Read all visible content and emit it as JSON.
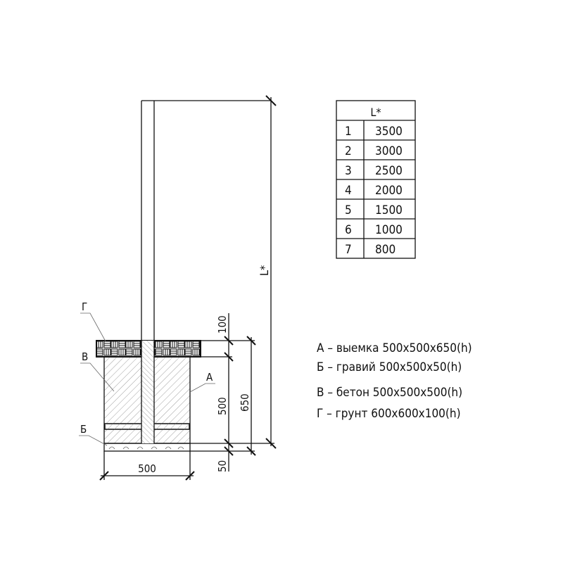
{
  "table": {
    "header": "L*",
    "rows": [
      {
        "n": "1",
        "v": "3500"
      },
      {
        "n": "2",
        "v": "3000"
      },
      {
        "n": "3",
        "v": "2500"
      },
      {
        "n": "4",
        "v": "2000"
      },
      {
        "n": "5",
        "v": "1500"
      },
      {
        "n": "6",
        "v": "1000"
      },
      {
        "n": "7",
        "v": "800"
      }
    ]
  },
  "legend": [
    "А – выемка 500x500x650(h)",
    "Б – гравий 500x500x50(h)",
    "В – бетон 500x500x500(h)",
    "Г – грунт 600x600x100(h)"
  ],
  "labels": {
    "a": "А",
    "b": "Б",
    "v": "В",
    "g": "Г",
    "L": "L*"
  },
  "dims": {
    "d100": "100",
    "d500v": "500",
    "d50": "50",
    "d650": "650",
    "d500h": "500"
  }
}
